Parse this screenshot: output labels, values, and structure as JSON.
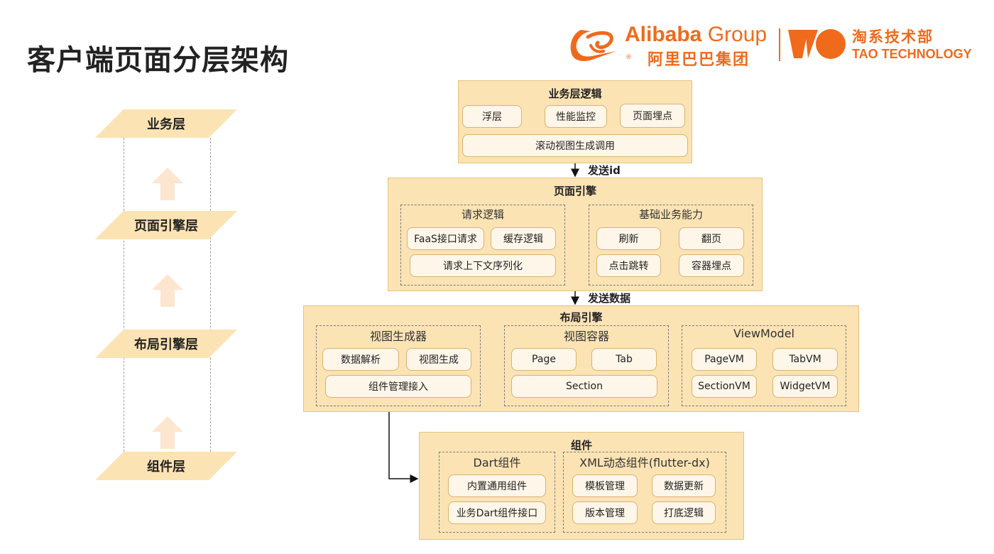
{
  "title": "客户端页面分层架构",
  "logo": {
    "alibaba_en_1": "Alibaba",
    "alibaba_en_2": "Group",
    "alibaba_cn": "阿里巴巴集团",
    "registered": "®",
    "tao_cn": "淘系技术部",
    "tao_en": "TAO TECHNOLOGY",
    "brand_color": "#f06a1c"
  },
  "layers": [
    "业务层",
    "页面引擎层",
    "布局引擎层",
    "组件层"
  ],
  "business": {
    "title": "业务层逻辑",
    "items": [
      "浮层",
      "性能监控",
      "页面埋点",
      "滚动视图生成调用"
    ]
  },
  "edge1": "发送id",
  "page_engine": {
    "title": "页面引擎",
    "request": {
      "title": "请求逻辑",
      "items": [
        "FaaS接口请求",
        "缓存逻辑",
        "请求上下文序列化"
      ]
    },
    "basic": {
      "title": "基础业务能力",
      "items": [
        "刷新",
        "翻页",
        "点击跳转",
        "容器埋点"
      ]
    }
  },
  "edge2": "发送数据",
  "layout_engine": {
    "title": "布局引擎",
    "generator": {
      "title": "视图生成器",
      "items": [
        "数据解析",
        "视图生成",
        "组件管理接入"
      ]
    },
    "container": {
      "title": "视图容器",
      "items": [
        "Page",
        "Tab",
        "Section"
      ]
    },
    "viewmodel": {
      "title": "ViewModel",
      "items": [
        "PageVM",
        "TabVM",
        "SectionVM",
        "WidgetVM"
      ]
    }
  },
  "components": {
    "title": "组件",
    "dart": {
      "title": "Dart组件",
      "items": [
        "内置通用组件",
        "业务Dart组件接口"
      ]
    },
    "xml": {
      "title": "XML动态组件(flutter-dx)",
      "items": [
        "模板管理",
        "数据更新",
        "版本管理",
        "打底逻辑"
      ]
    }
  },
  "colors": {
    "layer_fill": "#fbe3b4",
    "pill_fill": "#fdf6e9",
    "pill_border": "#d9b36e",
    "arrow_up": "#fde6cf"
  }
}
